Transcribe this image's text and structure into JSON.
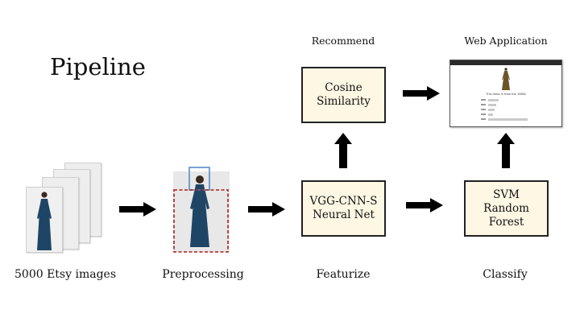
{
  "title": "Pipeline",
  "stages": {
    "input_caption": "5000 Etsy images",
    "preprocess_caption": "Preprocessing",
    "featurize_caption": "Featurize",
    "classify_caption": "Classify"
  },
  "boxes": {
    "featurize": [
      "VGG-CNN-S",
      "Neural Net"
    ],
    "recommend": [
      "Cosine",
      "Similarity"
    ],
    "classify": [
      "SVM",
      "Random Forest"
    ]
  },
  "top_labels": {
    "recommend": "Recommend",
    "web_app": "Web Application"
  },
  "web_app_mock": {
    "caption": "This dress is from the 1960s",
    "bar_fractions": [
      0.22,
      0.16,
      0.14,
      0.1,
      0.82
    ],
    "colors": {
      "navbar": "#2b2b2b",
      "bars": "#c9c9c9"
    }
  },
  "colors": {
    "box_fill": "#fdf7e4",
    "dress": "#1f4566",
    "crop_box": "#aa1a1a",
    "face_box": "#4a86c5",
    "arrow": "#000000"
  }
}
